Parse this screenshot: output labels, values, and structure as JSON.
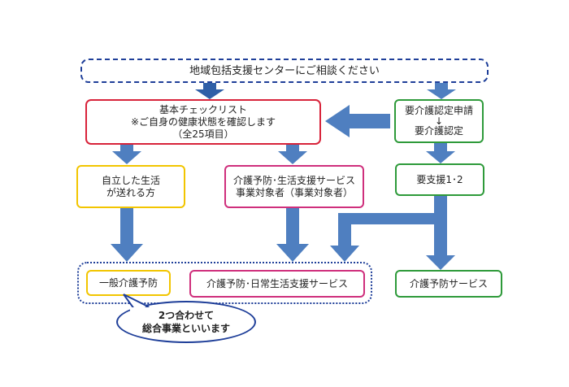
{
  "consult_box": {
    "text": "地域包括支援センターにご相談ください"
  },
  "checklist_box": {
    "line1": "基本チェックリスト",
    "line2": "※ご自身の健康状態を確認します",
    "line3": "（全25項目）"
  },
  "certification_box": {
    "line1": "要介護認定申請",
    "line2": "↓",
    "line3": "要介護認定"
  },
  "independent_box": {
    "line1": "自立した生活",
    "line2": "が送れる方"
  },
  "target_box": {
    "line1": "介護予防･生活支援サービス",
    "line2": "事業対象者（事業対象者）"
  },
  "support_level_box": {
    "text": "要支援1･2"
  },
  "general_prevention_box": {
    "text": "一般介護予防"
  },
  "daily_support_box": {
    "text": "介護予防･日常生活支援サービス"
  },
  "prevention_service_box": {
    "text": "介護予防サービス"
  },
  "callout": {
    "line1": "2つ合わせて",
    "line2": "総合事業といいます"
  },
  "colors": {
    "arrow": "#4f7fc0",
    "arrow_dark": "#2f5fa7",
    "dashed_border": "#1f3f99",
    "red": "#d8233a",
    "green": "#2e9a3a",
    "yellow": "#f2c500",
    "pink": "#cf2f7c"
  }
}
